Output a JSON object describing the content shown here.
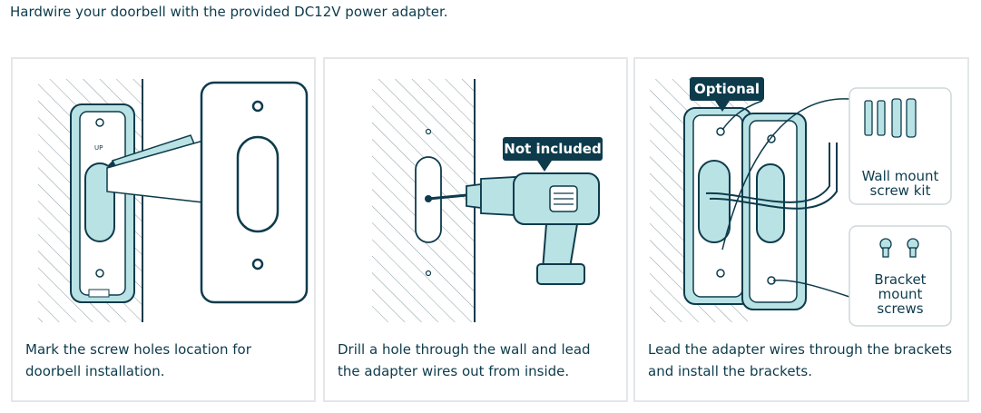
{
  "header": {
    "title": "Hardwire your doorbell with the provided DC12V power adapter."
  },
  "steps": [
    {
      "caption": "Mark the screw holes location for doorbell installation."
    },
    {
      "caption": "Drill a hole through the wall and lead the adapter wires out from inside.",
      "badge": "Not included"
    },
    {
      "caption": "Lead the adapter wires through the brackets and install the brackets.",
      "badge": "Optional"
    }
  ],
  "kits": {
    "wall_mount": [
      "Wall mount",
      "screw kit"
    ],
    "bracket_mount": [
      "Bracket",
      "mount",
      "screws"
    ]
  },
  "colors": {
    "ink": "#0d3b4c",
    "teal": "#b9e2e4",
    "border": "#e3e7e9"
  }
}
